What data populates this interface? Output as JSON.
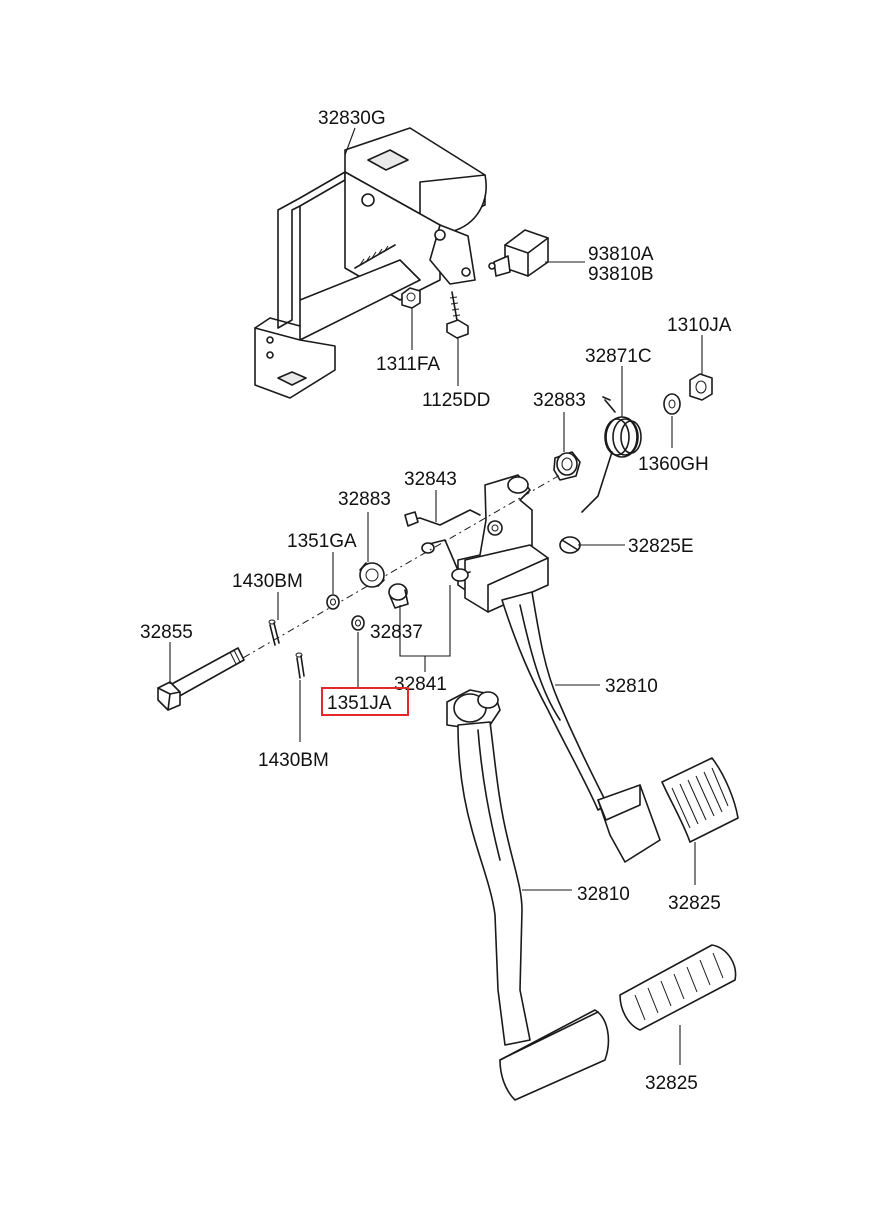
{
  "highlight_color": "#e5262b",
  "labels": {
    "bracket": "32830G",
    "switch_a": "93810A",
    "switch_b": "93810B",
    "nut_1311": "1311FA",
    "bolt_1125": "1125DD",
    "nut_1310": "1310JA",
    "spring": "32871C",
    "bushing_upper": "32883",
    "washer_1360": "1360GH",
    "bracket_pin": "32843",
    "bushing_left": "32883",
    "stopper": "32825E",
    "washer_1351ga": "1351GA",
    "cotter_upper": "1430BM",
    "collar": "32837",
    "shaft_bolt": "32855",
    "assembly": "32841",
    "washer_1351ja": "1351JA",
    "cotter_lower": "1430BM",
    "pedal_upper": "32810",
    "pad_upper": "32825",
    "pedal_lower": "32810",
    "pad_lower": "32825"
  }
}
